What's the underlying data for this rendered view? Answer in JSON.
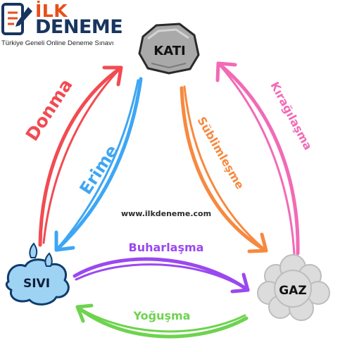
{
  "brand": {
    "name_top": "İLK",
    "name_bottom": "DENEME",
    "tagline": "Türkiye Geneli Online Deneme Sınavı",
    "colors": {
      "orange": "#e84e1b",
      "navy": "#17355e"
    }
  },
  "states": {
    "solid": "KATI",
    "liquid": "SIVI",
    "gas": "GAZ"
  },
  "transitions": {
    "freezing": "Donma",
    "melting": "Erime",
    "sublimation": "Süblimleşme",
    "deposition": "Kırağılaşma",
    "evaporation": "Buharlaşma",
    "condensation": "Yoğuşma"
  },
  "colors": {
    "freezing": "#f24b52",
    "melting": "#3ea6f4",
    "sublimation": "#f7893f",
    "deposition": "#f26ab6",
    "evaporation": "#9a48f0",
    "condensation": "#6ed34f"
  },
  "website": "www.ilkdeneme.com"
}
